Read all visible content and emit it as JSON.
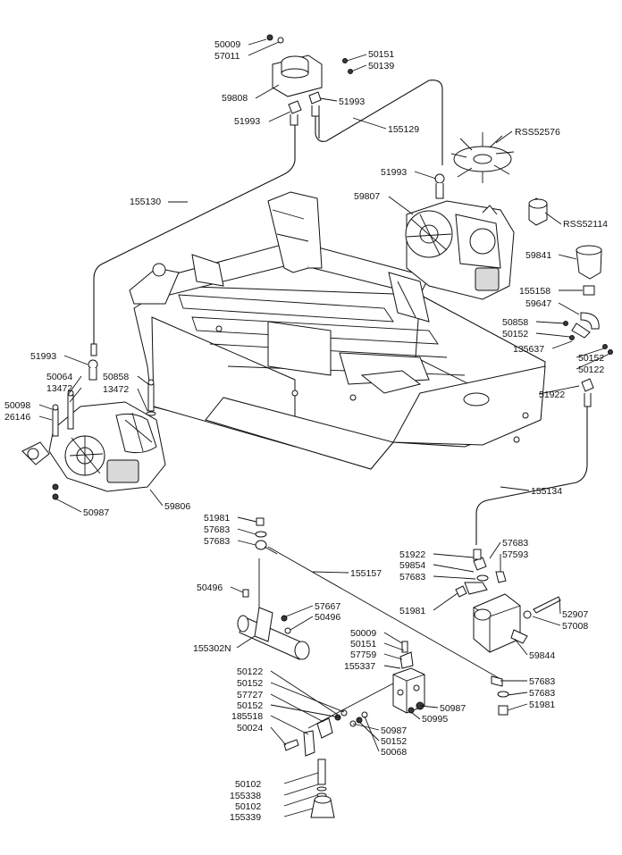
{
  "labels": {
    "p50009a": "50009",
    "p57011": "57011",
    "p50151a": "50151",
    "p50139": "50139",
    "p59808": "59808",
    "p51993a": "51993",
    "p51993b": "51993",
    "p155129": "155129",
    "pRSS52576": "RSS52576",
    "p51993c": "51993",
    "p155130": "155130",
    "p59807": "59807",
    "pRSS52114": "RSS52114",
    "p59841": "59841",
    "p155158": "155158",
    "p59647": "59647",
    "p50858a": "50858",
    "p50152a": "50152",
    "p135637": "135637",
    "p50152b": "50152",
    "p50122a": "50122",
    "p51993d": "51993",
    "p50064": "50064",
    "p50858b": "50858",
    "p13472a": "13472",
    "p13472b": "13472",
    "p50098": "50098",
    "p26146": "26146",
    "p51922a": "51922",
    "p155134": "155134",
    "p50987a": "50987",
    "p59806": "59806",
    "p51981a": "51981",
    "p57683a": "57683",
    "p57683b": "57683",
    "p155157": "155157",
    "p51922b": "51922",
    "p57683c": "57683",
    "p57593": "57593",
    "p59854": "59854",
    "p57683d": "57683",
    "p50496a": "50496",
    "p57667": "57667",
    "p50496b": "50496",
    "p51981b": "51981",
    "p52907": "52907",
    "p57008": "57008",
    "p155302N": "155302N",
    "p50009b": "50009",
    "p50151b": "50151",
    "p57759": "57759",
    "p155337": "155337",
    "p59844": "59844",
    "p50122b": "50122",
    "p50152c": "50152",
    "p57727": "57727",
    "p50152d": "50152",
    "p185518": "185518",
    "p50024": "50024",
    "p57683e": "57683",
    "p57683f": "57683",
    "p51981c": "51981",
    "p50987b": "50987",
    "p50995": "50995",
    "p50987c": "50987",
    "p50152e": "50152",
    "p50068": "50068",
    "p50102a": "50102",
    "p155338": "155338",
    "p50102b": "50102",
    "p155339": "155339"
  }
}
